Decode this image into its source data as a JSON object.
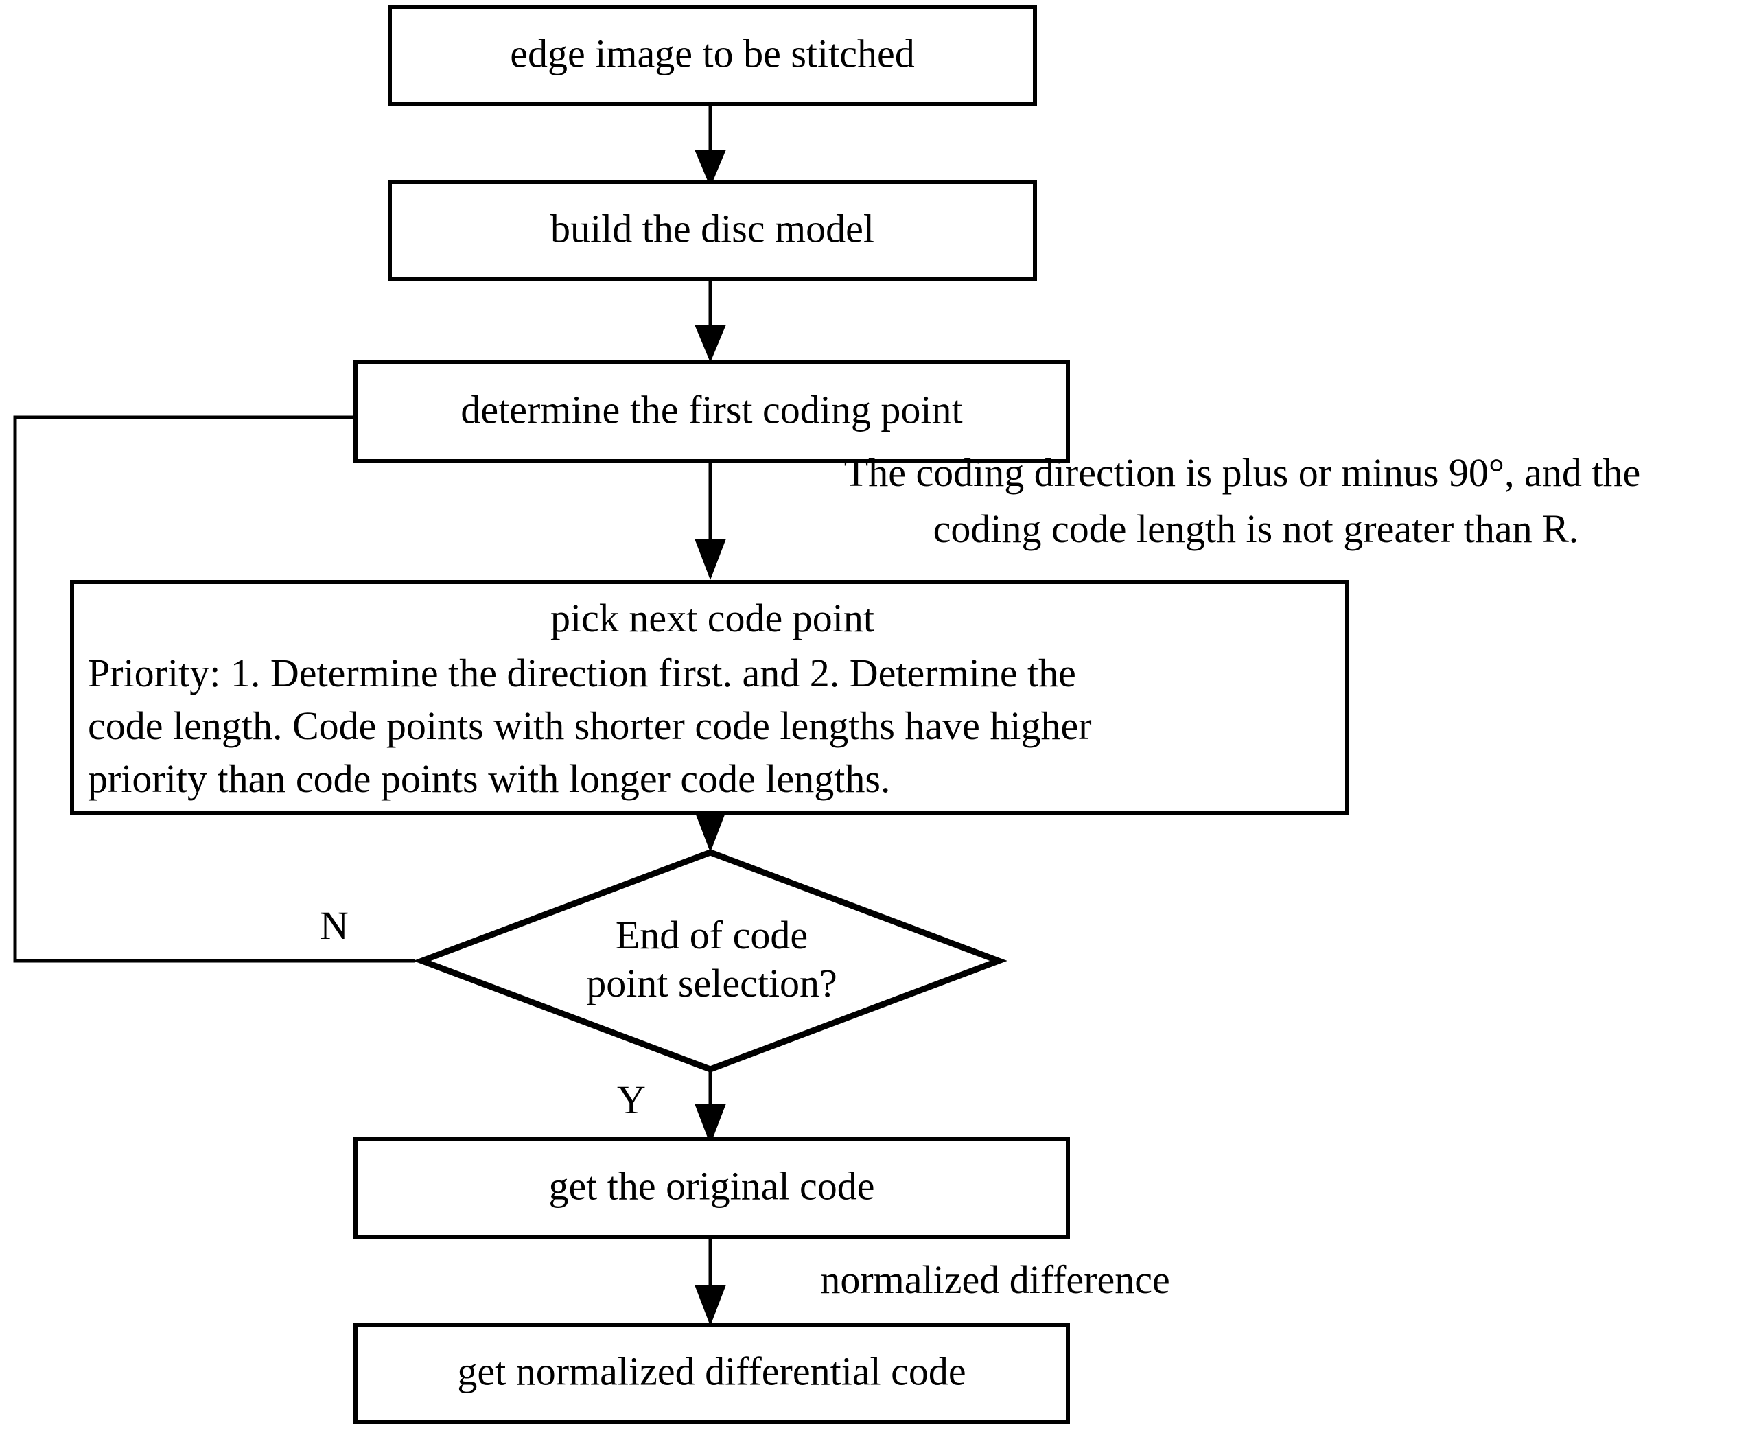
{
  "diagram": {
    "type": "flowchart",
    "title": "",
    "background_color": "#ffffff",
    "line_color": "#000000",
    "text_color": "#000000",
    "nodes": [
      {
        "id": "n1",
        "shape": "rectangle",
        "label": "edge image to be stitched"
      },
      {
        "id": "n2",
        "shape": "rectangle",
        "label": "build the disc model"
      },
      {
        "id": "n3",
        "shape": "rectangle",
        "label": "determine the first coding point"
      },
      {
        "id": "n4",
        "shape": "rectangle",
        "label": "pick next code point",
        "body_lines": [
          "Priority: 1. Determine the direction first. and 2. Determine the",
          "code length. Code points with shorter code lengths have higher",
          "priority than code points with longer code lengths."
        ]
      },
      {
        "id": "n5",
        "shape": "diamond",
        "label_lines": [
          "End of code",
          "point selection?"
        ]
      },
      {
        "id": "n6",
        "shape": "rectangle",
        "label": "get the original code"
      },
      {
        "id": "n7",
        "shape": "rectangle",
        "label": "get normalized differential code"
      }
    ],
    "annotations": [
      {
        "id": "a1",
        "lines": [
          "The coding direction is plus or minus 90°, and the",
          "coding code length is not greater than R."
        ]
      },
      {
        "id": "a2",
        "text": "normalized difference"
      }
    ],
    "edge_labels": {
      "no_branch": "N",
      "yes_branch": "Y"
    }
  }
}
